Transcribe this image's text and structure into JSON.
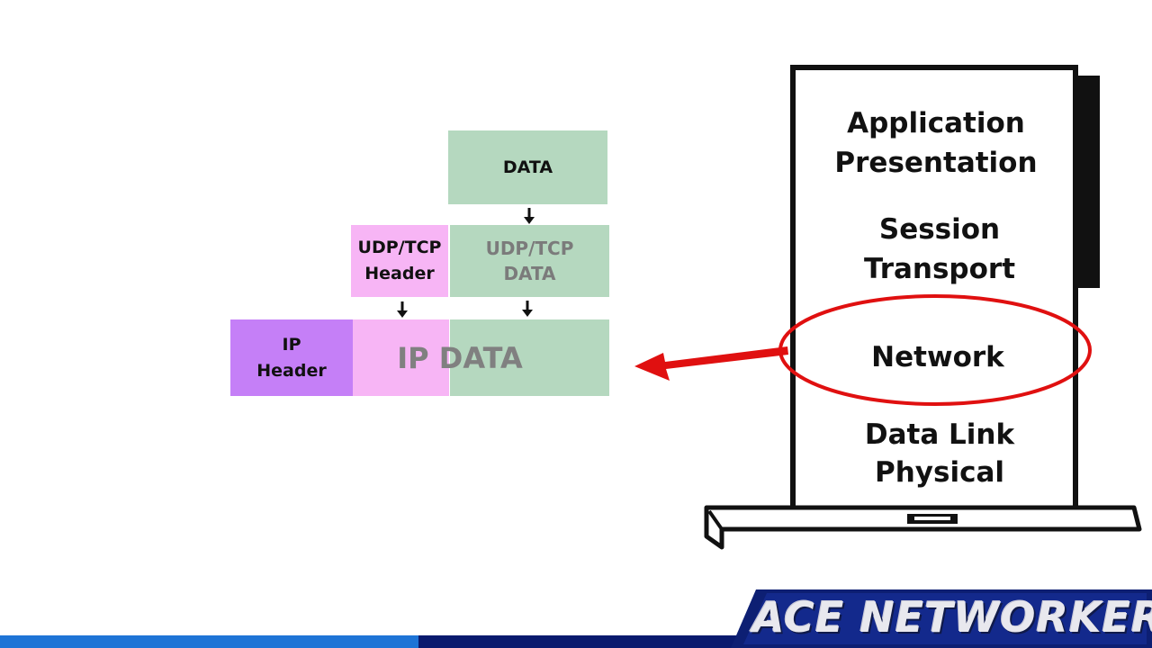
{
  "diagram": {
    "data_box": "DATA",
    "transport_header": "UDP/TCP\nHeader",
    "transport_data": "UDP/TCP\nDATA",
    "ip_header": "IP\nHeader",
    "ip_data": "IP DATA"
  },
  "osi_stack": {
    "layers": [
      "Application",
      "Presentation",
      "Session",
      "Transport",
      "Network",
      "Data Link",
      "Physical"
    ],
    "highlighted": "Network",
    "highlight_color": "#e01010"
  },
  "colors": {
    "data_green": "#b5d8bf",
    "header_pink": "#f7b5f5",
    "ip_header_purple": "#c57ff7",
    "footer_blue": "#1e74d6",
    "footer_navy": "#091a6e"
  },
  "brand": {
    "logo_text": "ACE NETWORKER"
  }
}
